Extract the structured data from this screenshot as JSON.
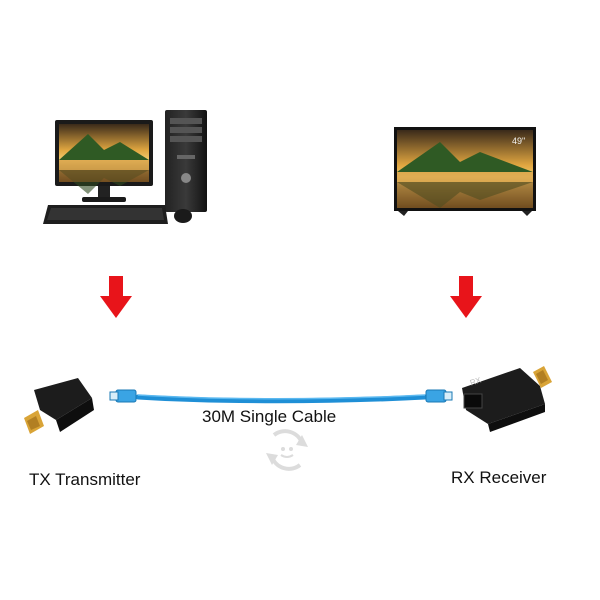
{
  "tv_badge": "49\"",
  "cable_label": "30M Single Cable",
  "tx_label": "TX Transmitter",
  "rx_label": "RX Receiver",
  "rx_device_text": "RX",
  "colors": {
    "arrow": "#e8141a",
    "cable": "#1f8fd6",
    "adapter": "#1c1c1c",
    "plug_gold": "#d9a437",
    "screen_sky": "#e8b04a"
  }
}
